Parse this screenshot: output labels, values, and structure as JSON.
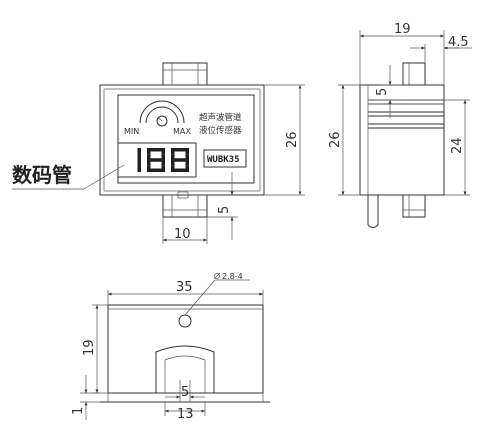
{
  "front_view": {
    "gauge_min": "MIN",
    "gauge_max": "MAX",
    "product_name_line1": "超声波管道",
    "product_name_line2": "液位传感器",
    "display_digits": "188",
    "model": "WUBK35",
    "callout_label": "数码管",
    "dim_height": "26",
    "dim_bottom_gap": "5",
    "dim_connector_width": "10"
  },
  "side_view": {
    "dim_width": "19",
    "dim_offset": "4.5",
    "dim_gap": "5",
    "dim_height_left": "26",
    "dim_height_right": "24"
  },
  "bottom_view": {
    "dim_width": "35",
    "hole_label": "2.8-4",
    "dim_height": "19",
    "dim_base": "1",
    "dim_slot_inner": "5",
    "dim_slot_outer": "13"
  },
  "colors": {
    "line": "#333333",
    "text": "#222222"
  }
}
